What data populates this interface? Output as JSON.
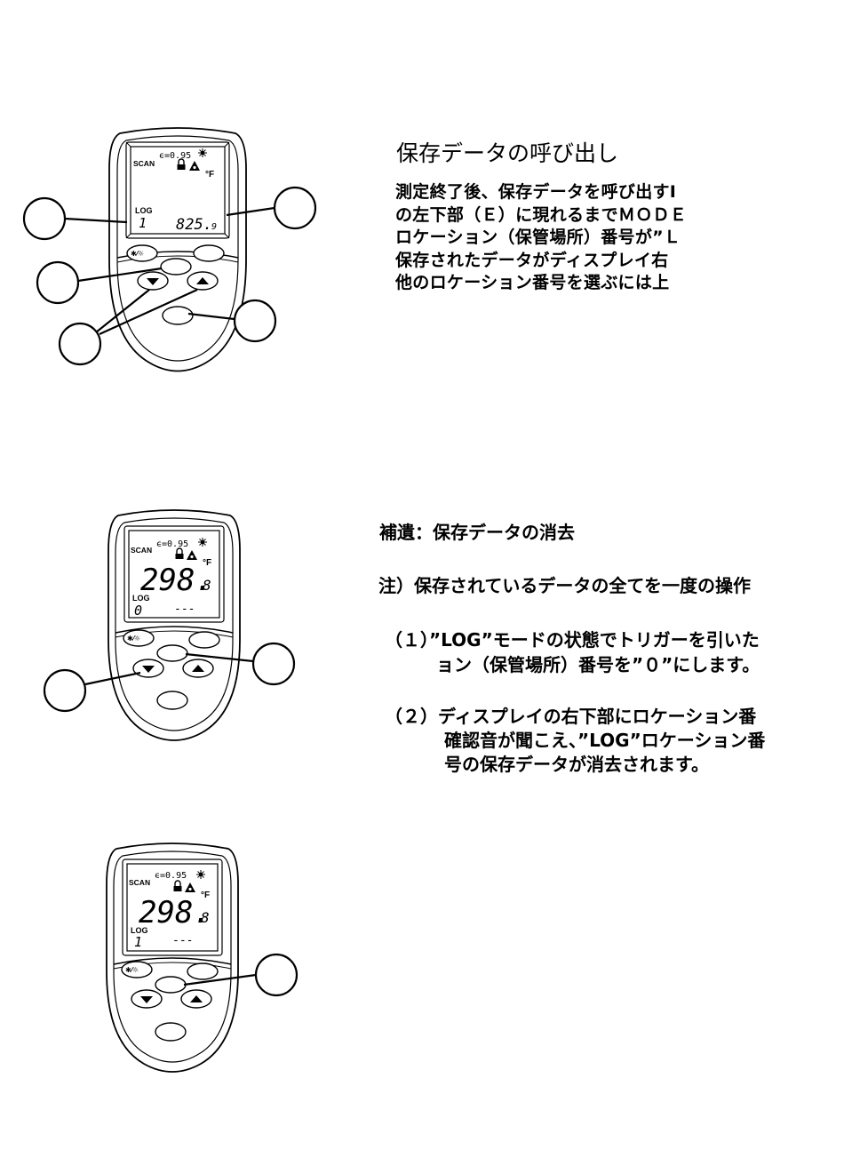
{
  "section1": {
    "title": "保存データの呼び出し",
    "lines": [
      "測定終了後、保存データを呼び出すI",
      "の左下部（Ｅ）に現れるまでＭＯＤＥ",
      "ロケーション（保管場所）番号が”Ｌ",
      "保存されたデータがディスプレイ右",
      "他のロケーション番号を選ぶには上"
    ]
  },
  "section2": {
    "title": "補遺：保存データの消去",
    "note": "注）保存されているデータの全てを一度の操作",
    "step1_a": "（１）”LOG”モードの状態でトリガーを引いた",
    "step1_b": "ョン（保管場所）番号を”０”にします。",
    "step2_a": "（２）ディスプレイの右下部にロケーション番",
    "step2_b": "確認音が聞こえ、”LOG”ロケーション番",
    "step2_c": "号の保存データが消去されます。"
  },
  "device1": {
    "scan": "SCAN",
    "emissivity": "ϵ=0.95",
    "unit": "°F",
    "log": "LOG",
    "location": "1",
    "reading": "825.",
    "reading_small": "9"
  },
  "device2": {
    "scan": "SCAN",
    "emissivity": "ϵ=0.95",
    "unit": "°F",
    "main": "298.",
    "main_small": "8",
    "log": "LOG",
    "location": "0",
    "dashes": "---"
  },
  "device3": {
    "scan": "SCAN",
    "emissivity": "ϵ=0.95",
    "unit": "°F",
    "main": "298.",
    "main_small": "8",
    "log": "LOG",
    "location": "1",
    "dashes": "---"
  }
}
